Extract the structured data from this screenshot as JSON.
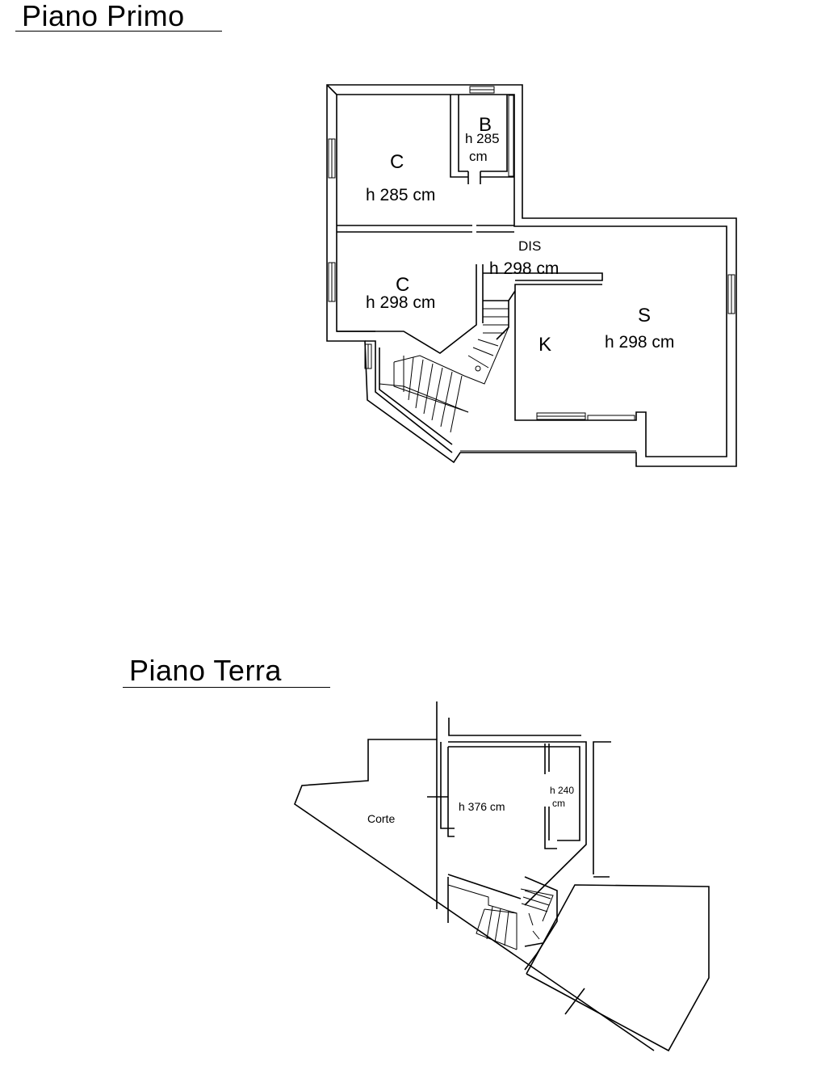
{
  "titles": {
    "first_floor": "Piano Primo",
    "ground_floor": "Piano Terra"
  },
  "first_floor": {
    "rooms": [
      {
        "id": "bedroom-1",
        "code": "C",
        "height": "h 285 cm"
      },
      {
        "id": "bathroom",
        "code": "B",
        "height": "h 285",
        "height_unit": "cm"
      },
      {
        "id": "hallway",
        "code": "DIS",
        "height": "h 298 cm"
      },
      {
        "id": "bedroom-2",
        "code": "C",
        "height": "h 298 cm"
      },
      {
        "id": "kitchen",
        "code": "K"
      },
      {
        "id": "living-room",
        "code": "S",
        "height": "h 298 cm"
      }
    ]
  },
  "ground_floor": {
    "courtyard": "Corte",
    "main_room_height": "h 376 cm",
    "small_room_height": "h 240",
    "small_room_unit": "cm"
  },
  "colors": {
    "line": "#000000",
    "background": "#ffffff"
  }
}
